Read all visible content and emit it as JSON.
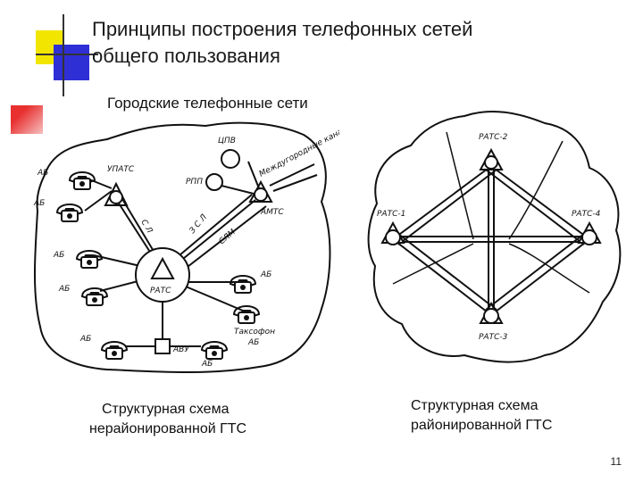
{
  "slide": {
    "title_line1": "Принципы построения телефонных сетей",
    "title_line2": "общего пользования",
    "subtitle": "Городские телефонные сети",
    "page_number": "11",
    "accent_yellow": "#f2e600",
    "accent_blue": "#2f2fd6",
    "accent_red": "#e83030"
  },
  "left_diagram": {
    "caption_line1": "Структурная схема",
    "caption_line2": "нерайонированной ГТС",
    "labels": {
      "ab1": "АБ",
      "ab2": "АБ",
      "ab3": "АБ",
      "ab4": "АБ",
      "ab5": "АБ",
      "ab_right": "АБ",
      "uppats": "УПАТС",
      "cpp": "ЦПВ",
      "rpp": "РПП",
      "mgts": "АМТС",
      "channels": "Междугородные каналы",
      "sl": "С Л",
      "zsl": "З С Л",
      "slm": "СЛМ",
      "pats": "РАТС",
      "taxofon": "Таксофон",
      "taxofon_ab": "АБ",
      "ab_bottom": "АБ",
      "avu": "АВУ"
    }
  },
  "right_diagram": {
    "caption_line1": "Структурная схема",
    "caption_line2": "районированной ГТС",
    "labels": {
      "rats1": "РАТС-1",
      "rats2": "РАТС-2",
      "rats3": "РАТС-3",
      "rats4": "РАТС-4"
    }
  }
}
